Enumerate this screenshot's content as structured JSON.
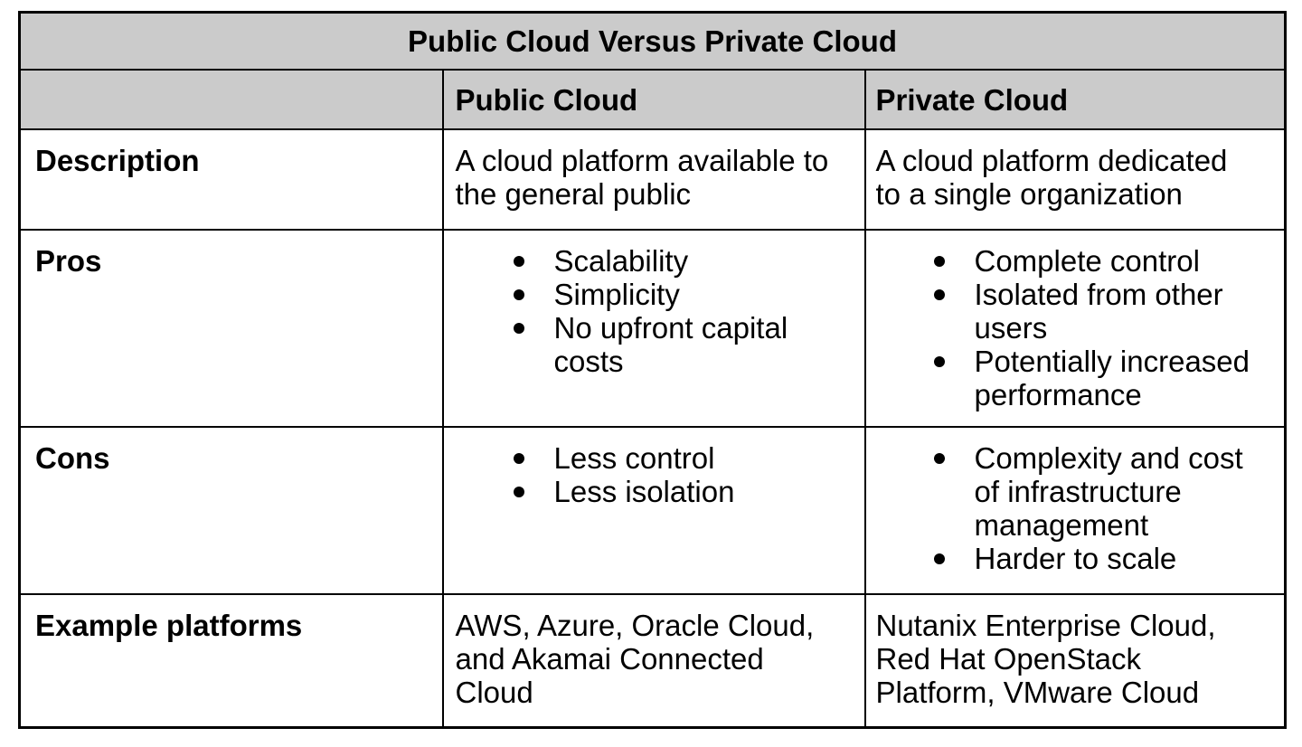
{
  "table": {
    "title": "Public Cloud Versus Private Cloud",
    "columns": {
      "blank": "",
      "public": "Public Cloud",
      "private": "Private Cloud"
    },
    "rows": {
      "description": {
        "label": "Description",
        "public": "A cloud platform available to the general public",
        "private": "A cloud platform dedicated to a single organization"
      },
      "pros": {
        "label": "Pros",
        "public": [
          "Scalability",
          "Simplicity",
          "No upfront capital costs"
        ],
        "private": [
          "Complete control",
          "Isolated from other users",
          "Potentially increased performance"
        ]
      },
      "cons": {
        "label": "Cons",
        "public": [
          "Less control",
          "Less isolation"
        ],
        "private": [
          "Complexity and cost of infrastructure management",
          "Harder to scale"
        ]
      },
      "examples": {
        "label": "Example platforms",
        "public": "AWS, Azure, Oracle Cloud, and Akamai Connected Cloud",
        "private": "Nutanix Enterprise Cloud, Red Hat OpenStack Platform, VMware Cloud"
      }
    },
    "colors": {
      "header_bg": "#cbcbcb",
      "border": "#000000",
      "text": "#000000",
      "page_bg": "#ffffff"
    }
  }
}
